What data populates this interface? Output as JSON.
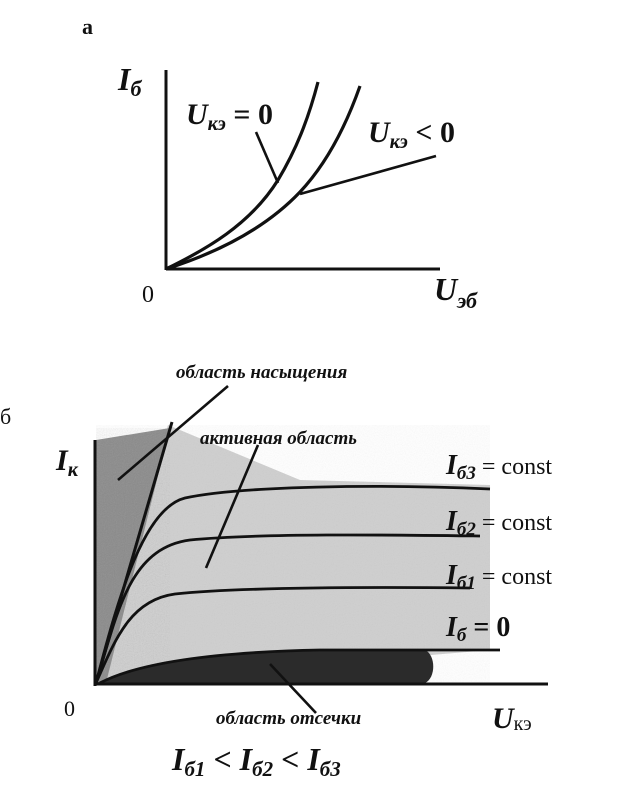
{
  "panel_a": {
    "letter": "а",
    "y_axis": {
      "symbol": "I",
      "sub": "б"
    },
    "x_axis": {
      "symbol": "U",
      "sub": "эб"
    },
    "origin": "0",
    "curve_labels": [
      {
        "symbol": "U",
        "sub": "кэ",
        "rel": " = 0"
      },
      {
        "symbol": "U",
        "sub": "кэ",
        "rel": " < 0"
      }
    ]
  },
  "panel_b": {
    "letter": "б",
    "y_axis": {
      "symbol": "I",
      "sub": "к"
    },
    "x_axis": {
      "symbol": "U",
      "sub": "кэ"
    },
    "origin": "0",
    "regions": {
      "saturation": "область насыщения",
      "active": "активная область",
      "cutoff": "область отсечки"
    },
    "curve_labels": [
      {
        "symbol": "I",
        "sub": "б3",
        "rel": " = const"
      },
      {
        "symbol": "I",
        "sub": "б2",
        "rel": " = const"
      },
      {
        "symbol": "I",
        "sub": "б1",
        "rel": " = const"
      },
      {
        "symbol": "I",
        "sub": "б",
        "rel": " = 0"
      }
    ],
    "relation": {
      "t1": "I",
      "s1": "б1",
      "op1": " < ",
      "t2": "I",
      "s2": "б2",
      "op2": " < ",
      "t3": "I",
      "s3": "б3"
    }
  }
}
